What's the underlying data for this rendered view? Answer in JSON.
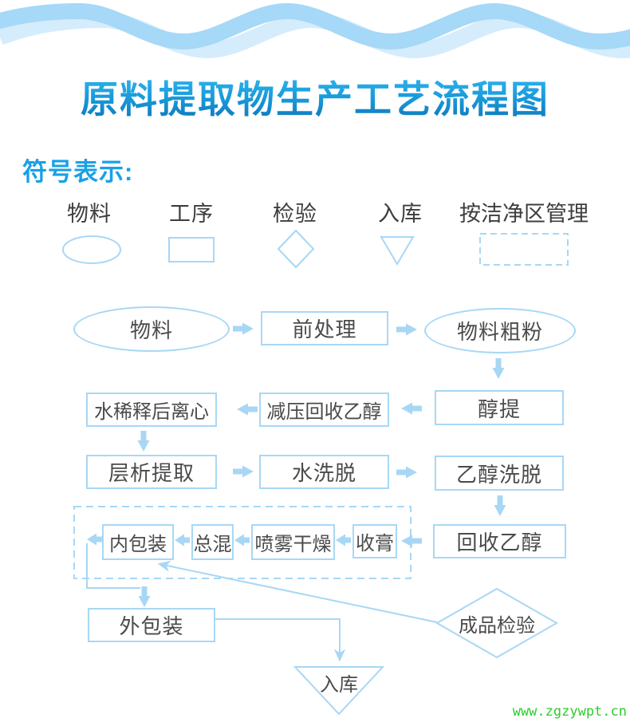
{
  "header": {
    "title": "原料提取物生产工艺流程图",
    "legend_heading": "符号表示:"
  },
  "legend": {
    "items": [
      {
        "label": "物料",
        "shape": "ellipse"
      },
      {
        "label": "工序",
        "shape": "rect"
      },
      {
        "label": "检验",
        "shape": "diamond"
      },
      {
        "label": "入库",
        "shape": "triangle-down"
      },
      {
        "label": "按洁净区管理",
        "shape": "dashed-rect"
      }
    ]
  },
  "flowchart": {
    "nodes": [
      {
        "id": "material",
        "label": "物料",
        "shape": "ellipse"
      },
      {
        "id": "pretreatment",
        "label": "前处理",
        "shape": "process"
      },
      {
        "id": "coarse-powder",
        "label": "物料粗粉",
        "shape": "ellipse"
      },
      {
        "id": "alcohol-extraction",
        "label": "醇提",
        "shape": "process"
      },
      {
        "id": "vacuum-ethanol-recovery",
        "label": "减压回收乙醇",
        "shape": "process"
      },
      {
        "id": "water-dilution-centrifuge",
        "label": "水稀释后离心",
        "shape": "process"
      },
      {
        "id": "chromatography-extraction",
        "label": "层析提取",
        "shape": "process"
      },
      {
        "id": "water-elution",
        "label": "水洗脱",
        "shape": "process"
      },
      {
        "id": "ethanol-elution",
        "label": "乙醇洗脱",
        "shape": "process"
      },
      {
        "id": "ethanol-recovery",
        "label": "回收乙醇",
        "shape": "process"
      },
      {
        "id": "paste-collection",
        "label": "收膏",
        "shape": "process"
      },
      {
        "id": "spray-drying",
        "label": "喷雾干燥",
        "shape": "process"
      },
      {
        "id": "total-blending",
        "label": "总混",
        "shape": "process"
      },
      {
        "id": "inner-packaging",
        "label": "内包装",
        "shape": "process"
      },
      {
        "id": "outer-packaging",
        "label": "外包装",
        "shape": "process"
      },
      {
        "id": "finished-product-inspection",
        "label": "成品检验",
        "shape": "diamond"
      },
      {
        "id": "warehousing",
        "label": "入库",
        "shape": "triangle-down"
      }
    ]
  },
  "watermark": "www.zgzywpt.cn",
  "colors": {
    "accent_blue": "#a8d7f5",
    "wave_blue": "#a6d8f7",
    "wave_light_blue": "#d5ecfc",
    "title_blue_top": "#34bdf4",
    "title_blue_bottom": "#0e74b8",
    "heading_blue": "#18a0e8",
    "text_dark": "#4b4b4b",
    "watermark_green": "#2ecc2e"
  }
}
